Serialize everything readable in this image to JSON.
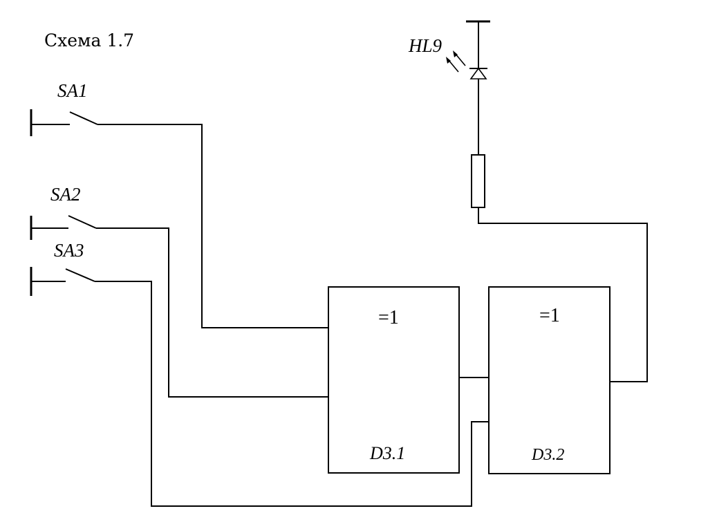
{
  "title": "Схема 1.7",
  "switches": [
    {
      "ref": "SA1"
    },
    {
      "ref": "SA2"
    },
    {
      "ref": "SA3"
    }
  ],
  "gates": [
    {
      "ref": "D3.1",
      "function": "=1"
    },
    {
      "ref": "D3.2",
      "function": "=1"
    }
  ],
  "led": {
    "ref": "HL9"
  }
}
